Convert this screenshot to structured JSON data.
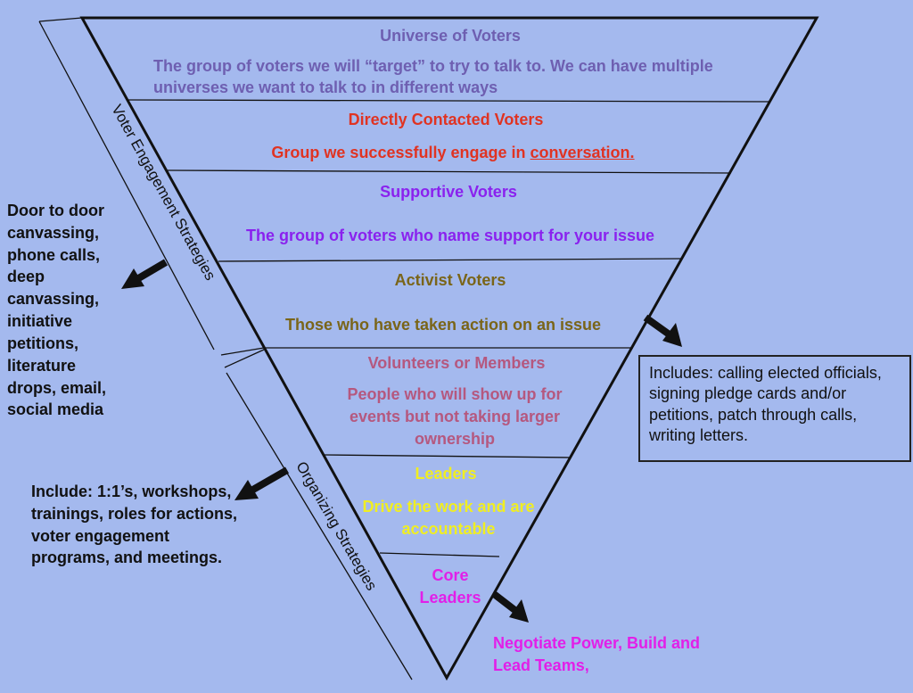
{
  "levels": [
    {
      "title": "Universe of Voters",
      "desc": "The group of voters we will “target” to try to talk to. We can have multiple universes we want to talk to in different ways",
      "color": "#6e5fb1"
    },
    {
      "title": "Directly Contacted Voters",
      "desc_lead": "Group we successfully engage in ",
      "desc_underlined": "conversation.",
      "color": "#e03322"
    },
    {
      "title": "Supportive Voters",
      "desc": "The group of voters who name support for your issue",
      "color": "#8a22ee"
    },
    {
      "title": "Activist Voters",
      "desc": "Those who have taken action on an issue",
      "color": "#7a6519"
    },
    {
      "title": "Volunteers or Members",
      "desc": "People who will show up for events but not taking larger ownership",
      "color": "#b5587f"
    },
    {
      "title": "Leaders",
      "desc": "Drive the work and are accountable",
      "color": "#f0ee22"
    },
    {
      "title": "Core Leaders",
      "color": "#e21fe8"
    }
  ],
  "side_labels": {
    "voter_engagement": "Voter Engagement Strategies",
    "organizing": "Organizing Strategies"
  },
  "notes": {
    "voter_tactics": "Door to door canvassing, phone calls, deep canvassing, initiative petitions, literature drops, email, social media",
    "organizing_tactics": "Include: 1:1’s, workshops, trainings, roles for actions, voter engagement programs, and meetings.",
    "activist_includes": "Includes: calling elected officials, signing pledge cards and/or petitions, patch through calls, writing letters.",
    "core_leaders_note": "Negotiate Power, Build and Lead Teams,"
  },
  "colors": {
    "background": "#a4b9ee",
    "outline": "#111111",
    "arrow": "#111111",
    "core_note": "#e21fe8"
  },
  "icons": [
    "arrow-left-icon",
    "arrow-right-icon"
  ]
}
